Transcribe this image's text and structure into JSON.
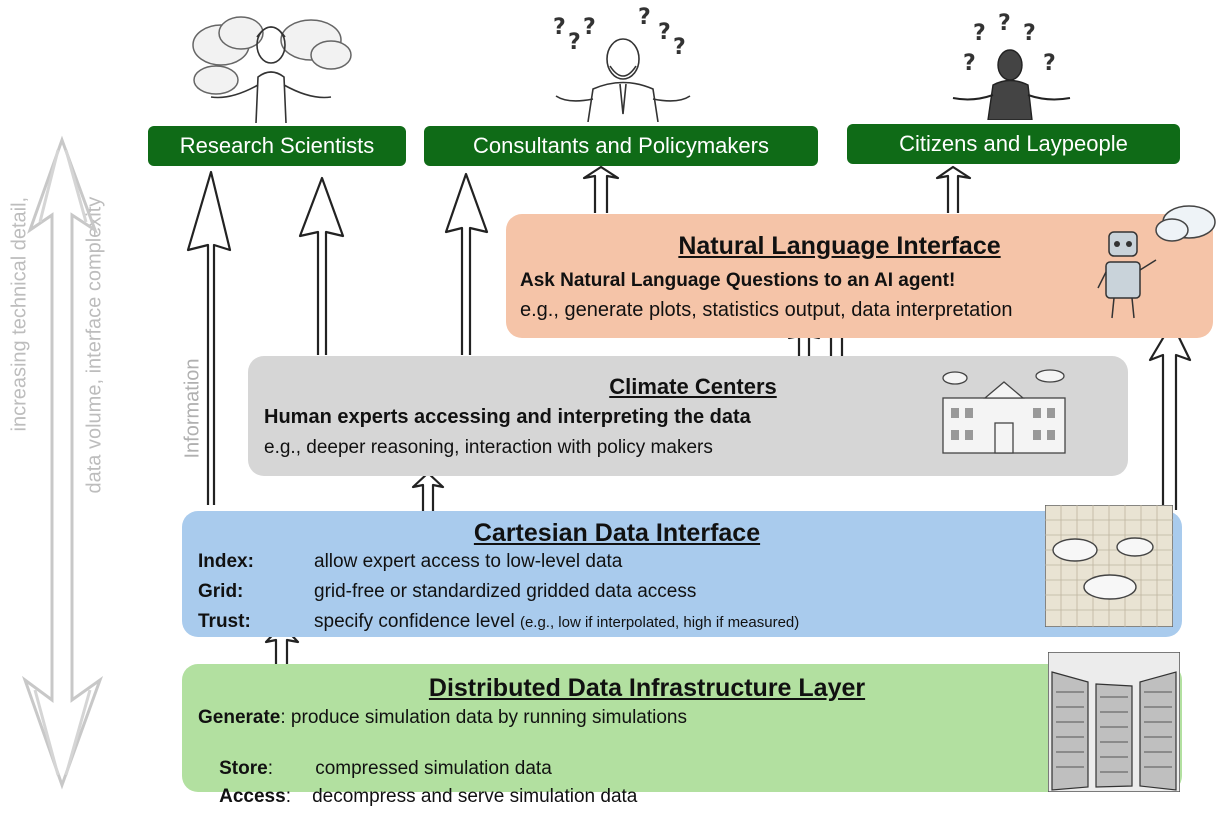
{
  "audiences": [
    {
      "label": "Research Scientists"
    },
    {
      "label": "Consultants and Policymakers"
    },
    {
      "label": "Citizens and Laypeople"
    }
  ],
  "side_labels": {
    "line1": "increasing technical detail,",
    "line2": "data volume, interface complexity",
    "information": "Information"
  },
  "nli": {
    "title": "Natural Language Interface",
    "subtitle": "Ask Natural Language Questions to an AI agent!",
    "example": "e.g., generate plots, statistics output, data interpretation"
  },
  "climate": {
    "title": "Climate Centers",
    "subtitle": "Human experts accessing and interpreting the data",
    "example": "e.g., deeper reasoning, interaction with policy makers"
  },
  "cartesian": {
    "title": "Cartesian Data Interface",
    "rows": [
      {
        "key": "Index:",
        "text": "allow expert access to low-level data",
        "note": ""
      },
      {
        "key": "Grid:",
        "text": "grid-free or standardized gridded data access",
        "note": ""
      },
      {
        "key": "Trust:",
        "text": "specify confidence level",
        "note": "(e.g., low if interpolated, high if measured)"
      }
    ]
  },
  "distributed": {
    "title": "Distributed Data Infrastructure Layer",
    "rows": [
      {
        "key": "Generate",
        "text": ": produce simulation data by running simulations"
      },
      {
        "key": "Store",
        "text": ":        compressed simulation data"
      },
      {
        "key": "Access",
        "text": ":    decompress and serve simulation data"
      }
    ]
  },
  "colors": {
    "audience_green": "#0f6b17",
    "nli_bg": "#f5c4a8",
    "climate_bg": "#d6d6d6",
    "cartesian_bg": "#a9cbed",
    "distributed_bg": "#b2e0a0"
  },
  "icons": [
    "scientist-sketch",
    "policymaker-sketch",
    "citizen-sketch",
    "robot-sketch",
    "building-sketch",
    "clouds-grid-sketch",
    "server-room-sketch"
  ]
}
